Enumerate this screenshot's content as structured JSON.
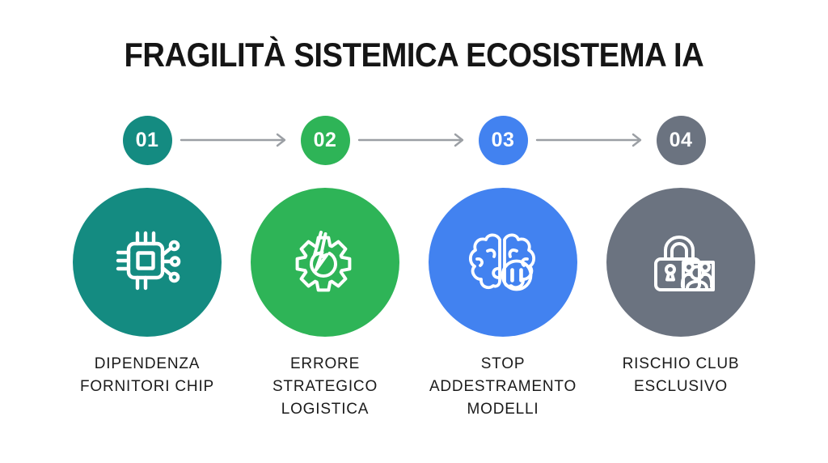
{
  "title": "FRAGILITÀ SISTEMICA ECOSISTEMA IA",
  "colors": {
    "background": "#ffffff",
    "title_text": "#151515",
    "label_text": "#1b1b1b",
    "arrow": "#9b9fa4",
    "icon_stroke": "#ffffff",
    "teal": "#148b81",
    "green": "#2eb457",
    "blue": "#4282f0",
    "gray": "#6b7380"
  },
  "steps": [
    {
      "number": "01",
      "color": "#148b81",
      "icon": "chip-icon",
      "label": "DIPENDENZA\nFORNITORI CHIP"
    },
    {
      "number": "02",
      "color": "#2eb457",
      "icon": "broken-gear-icon",
      "label": "ERRORE\nSTRATEGICO\nLOGISTICA"
    },
    {
      "number": "03",
      "color": "#4282f0",
      "icon": "brain-pause-icon",
      "label": "STOP\nADDESTRAMENTO\nMODELLI"
    },
    {
      "number": "04",
      "color": "#6b7380",
      "icon": "lock-group-icon",
      "label": "RISCHIO CLUB\nESCLUSIVO"
    }
  ]
}
